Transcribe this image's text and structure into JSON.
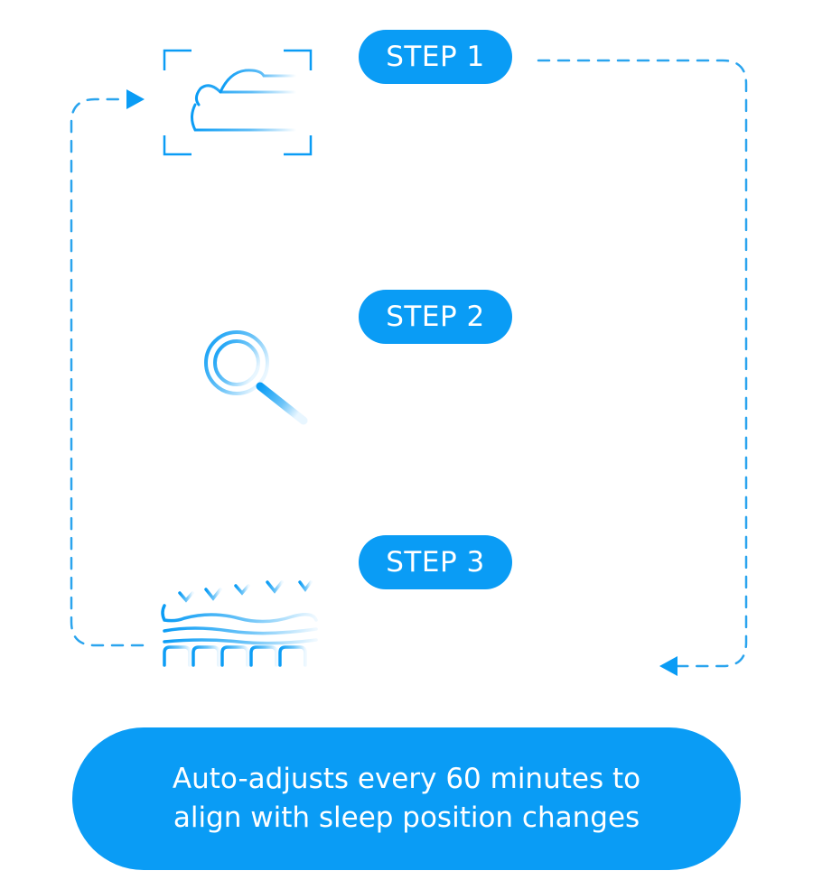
{
  "colors": {
    "accent": "#0a9cf5",
    "line": "#2aa4ee",
    "text_on_accent": "#ffffff"
  },
  "steps": [
    {
      "label": "STEP 1",
      "icon": "pillow-scan-icon"
    },
    {
      "label": "STEP 2",
      "icon": "data-analysis-magnifier-icon"
    },
    {
      "label": "STEP 3",
      "icon": "mattress-pressure-adjust-icon"
    }
  ],
  "summary": {
    "line1": "Auto-adjusts every 60 minutes to",
    "line2": "align with sleep position changes"
  }
}
